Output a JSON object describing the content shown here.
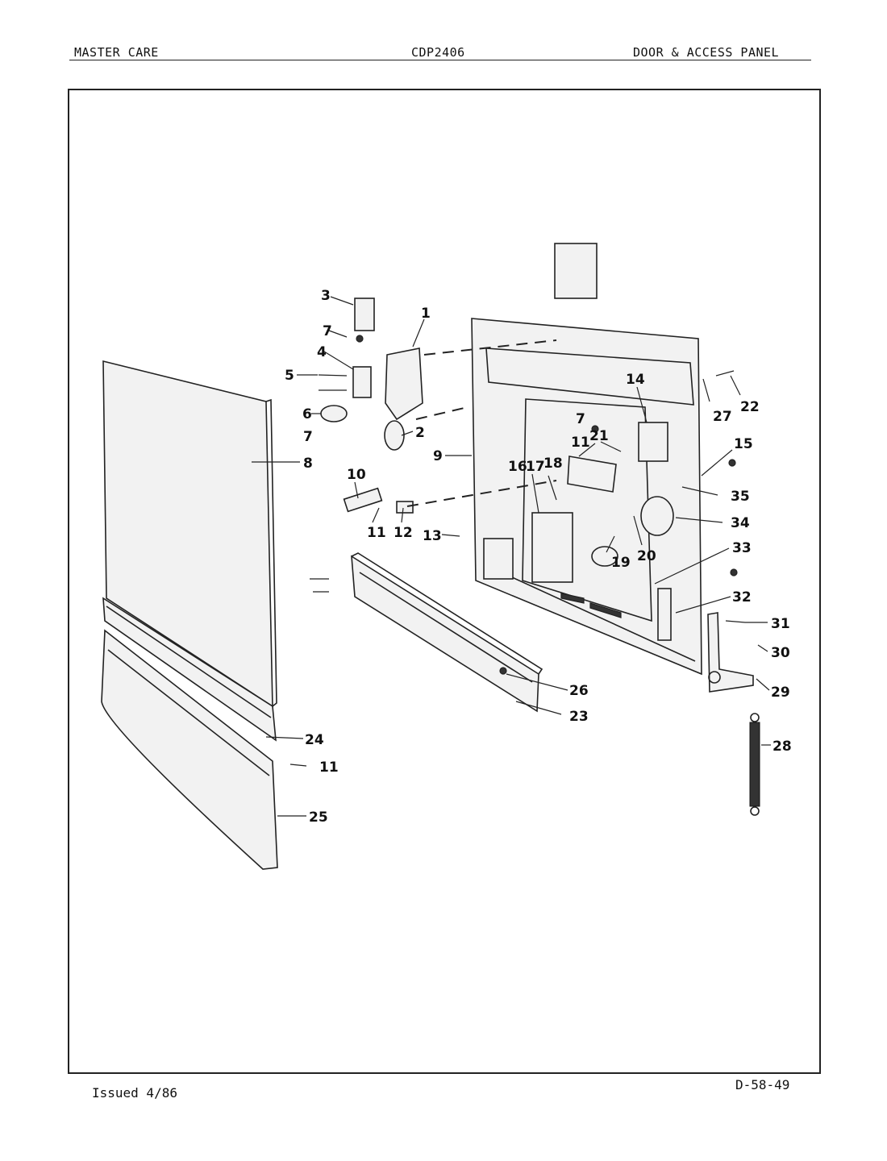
{
  "header": {
    "left": "MASTER CARE",
    "center": "CDP2406",
    "right": "DOOR & ACCESS PANEL"
  },
  "footer": {
    "issued": "Issued 4/86",
    "page_code": "D-58-49"
  },
  "callouts": {
    "c1": "1",
    "c2": "2",
    "c3": "3",
    "c4": "4",
    "c5": "5",
    "c6": "6",
    "c7a": "7",
    "c7b": "7",
    "c7c": "7",
    "c8": "8",
    "c9": "9",
    "c10": "10",
    "c11a": "11",
    "c11b": "11",
    "c11c": "11",
    "c12": "12",
    "c13": "13",
    "c14": "14",
    "c15": "15",
    "c16": "16",
    "c17": "17",
    "c18": "18",
    "c19": "19",
    "c20": "20",
    "c21": "21",
    "c22": "22",
    "c23": "23",
    "c24": "24",
    "c25": "25",
    "c26": "26",
    "c27": "27",
    "c28": "28",
    "c29": "29",
    "c30": "30",
    "c31": "31",
    "c32": "32",
    "c33": "33",
    "c34": "34",
    "c35": "35"
  }
}
